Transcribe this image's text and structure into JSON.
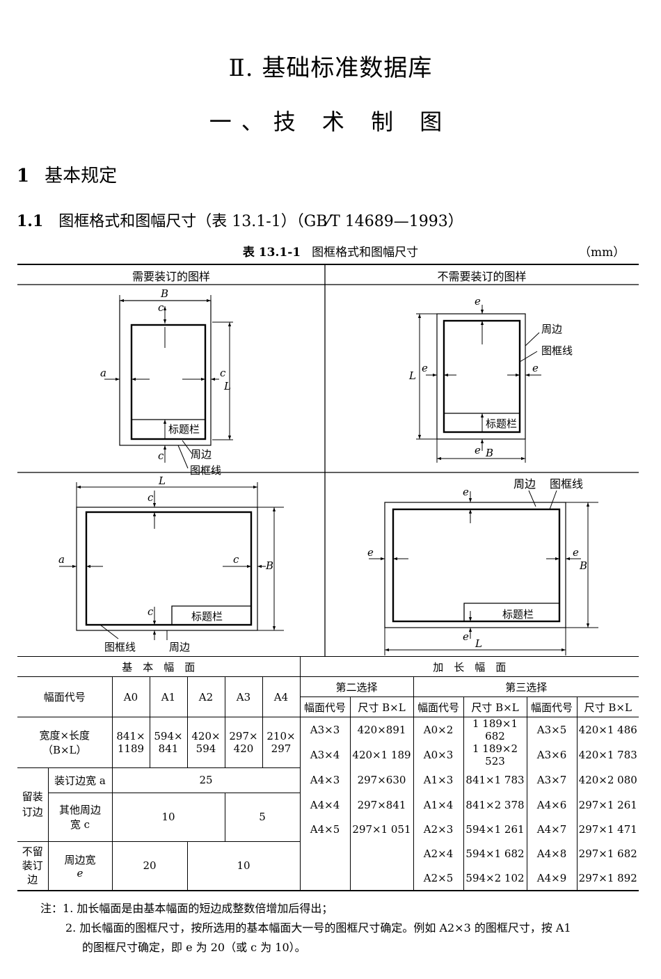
{
  "heading": {
    "part": "Ⅱ. 基础标准数据库",
    "chapter": "一、技 术 制 图"
  },
  "section1": {
    "num": "1",
    "title": "基本规定"
  },
  "section11": {
    "num": "1.1",
    "title": "图框格式和图幅尺寸（表 13.1-1）（GB⁄T 14689—1993）"
  },
  "table_caption": {
    "label": "表 13.1-1",
    "title": "图框格式和图幅尺寸",
    "unit": "（mm）"
  },
  "figures": {
    "left_header": "需要装订的图样",
    "right_header": "不需要装订的图样",
    "lbl_B": "B",
    "lbl_L": "L",
    "lbl_a": "a",
    "lbl_c": "c",
    "lbl_e": "e",
    "title_block": "标题栏",
    "border": "周边",
    "frame_line": "图框线"
  },
  "size_table": {
    "basic_header": "基　本　幅　面",
    "extended_header": "加　长　幅　面",
    "second_choice": "第二选择",
    "third_choice": "第三选择",
    "code_label": "幅面代号",
    "size_label": "尺寸 B×L",
    "codes": [
      "A0",
      "A1",
      "A2",
      "A3",
      "A4"
    ],
    "wl_label_1": "宽度×长度",
    "wl_label_2": "（B×L）",
    "widths": [
      "841×",
      "594×",
      "420×",
      "297×",
      "210×"
    ],
    "lengths": [
      "1189",
      "841",
      "594",
      "420",
      "297"
    ],
    "bind_group": "留装订边",
    "bind_a": "装订边宽 a",
    "bind_a_val": "25",
    "bind_c_1": "其他周边",
    "bind_c_2": "宽 c",
    "bind_c_val1": "10",
    "bind_c_val2": "5",
    "nobind_group": "不留装订边",
    "nobind_e_1": "周边宽",
    "nobind_e_2": "e",
    "nobind_e_val1": "20",
    "nobind_e_val2": "10",
    "second": [
      {
        "code": "A3×3",
        "size": "420×891"
      },
      {
        "code": "A3×4",
        "size": "420×1 189"
      },
      {
        "code": "A4×3",
        "size": "297×630"
      },
      {
        "code": "A4×4",
        "size": "297×841"
      },
      {
        "code": "A4×5",
        "size": "297×1 051"
      }
    ],
    "third_a": [
      {
        "code": "A0×2",
        "size": "1 189×1 682"
      },
      {
        "code": "A0×3",
        "size": "1 189×2 523"
      },
      {
        "code": "A1×3",
        "size": "841×1 783"
      },
      {
        "code": "A1×4",
        "size": "841×2 378"
      },
      {
        "code": "A2×3",
        "size": "594×1 261"
      },
      {
        "code": "A2×4",
        "size": "594×1 682"
      },
      {
        "code": "A2×5",
        "size": "594×2 102"
      }
    ],
    "third_b": [
      {
        "code": "A3×5",
        "size": "420×1 486"
      },
      {
        "code": "A3×6",
        "size": "420×1 783"
      },
      {
        "code": "A3×7",
        "size": "420×2 080"
      },
      {
        "code": "A4×6",
        "size": "297×1 261"
      },
      {
        "code": "A4×7",
        "size": "297×1 471"
      },
      {
        "code": "A4×8",
        "size": "297×1 682"
      },
      {
        "code": "A4×9",
        "size": "297×1 892"
      }
    ]
  },
  "notes": {
    "label": "注：",
    "n1": "1. 加长幅面是由基本幅面的短边成整数倍增加后得出；",
    "n2a": "2. 加长幅面的图框尺寸，按所选用的基本幅面大一号的图框尺寸确定。例如 A2×3 的图框尺寸，按 A1",
    "n2b": "的图框尺寸确定，即 e 为 20（或 c 为 10）。"
  }
}
